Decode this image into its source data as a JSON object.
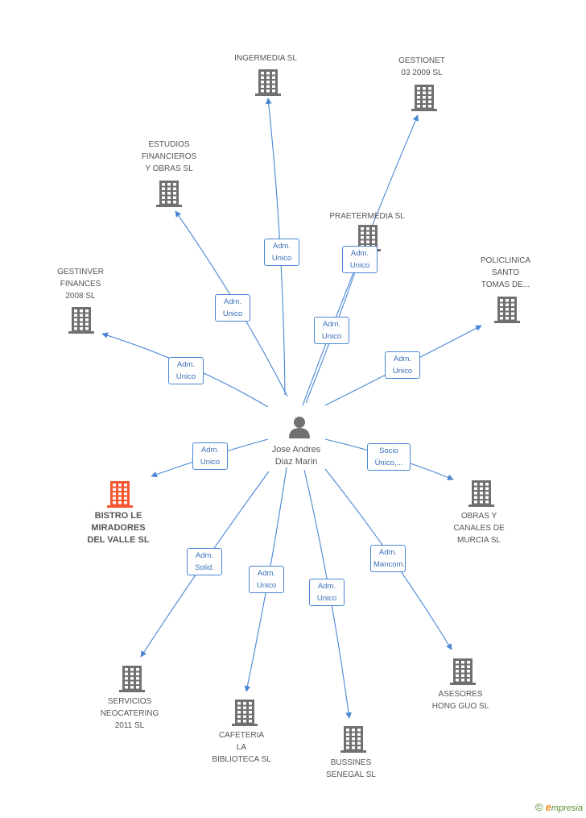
{
  "colors": {
    "edge": "#4a86d4",
    "building": "#707070",
    "highlight_building": "#f4572f",
    "person": "#707070"
  },
  "center": {
    "name": "Jose Andres\nDiaz Marin",
    "icon": "person-icon"
  },
  "nodes": [
    {
      "id": "ingermedia",
      "name": "INGERMEDIA SL",
      "role": "Adm.\nUnico",
      "highlight": false
    },
    {
      "id": "gestionet",
      "name": "GESTIONET\n03 2009 SL",
      "role": "Adm.\nUnico",
      "highlight": false
    },
    {
      "id": "estudios",
      "name": "ESTUDIOS\nFINANCIEROS\nY OBRAS SL",
      "role": "Adm.\nUnico",
      "highlight": false
    },
    {
      "id": "praetermedia",
      "name": "PRAETERMEDIA SL",
      "role": "Adm.\nUnico",
      "highlight": false
    },
    {
      "id": "gestinver",
      "name": "GESTINVER\nFINANCES\n2008 SL",
      "role": "Adm.\nUnico",
      "highlight": false
    },
    {
      "id": "policlinica",
      "name": "POLICLINICA\nSANTO\nTOMAS DE...",
      "role": "Adm.\nUnico",
      "highlight": false
    },
    {
      "id": "bistro",
      "name": "BISTRO LE\nMIRADORES\nDEL VALLE SL",
      "role": "Adm.\nUnico",
      "highlight": true
    },
    {
      "id": "obras",
      "name": "OBRAS Y\nCANALES DE\nMURCIA SL",
      "role": "Socio\nÚnico,...",
      "highlight": false
    },
    {
      "id": "servicios",
      "name": "SERVICIOS\nNEOCATERING\n2011  SL",
      "role": "Adm.\nSolid.",
      "highlight": false
    },
    {
      "id": "cafeteria",
      "name": "CAFETERIA\nLA\nBIBLIOTECA SL",
      "role": "Adm.\nUnico",
      "highlight": false
    },
    {
      "id": "bussines",
      "name": "BUSSINES\nSENEGAL SL",
      "role": "Adm.\nUnico",
      "highlight": false
    },
    {
      "id": "asesores",
      "name": "ASESORES\nHONG GUO SL",
      "role": "Adm.\nMancom.",
      "highlight": false
    }
  ],
  "footer": {
    "copyright": "©",
    "brand_initial": "e",
    "brand_rest": "mpresia"
  }
}
